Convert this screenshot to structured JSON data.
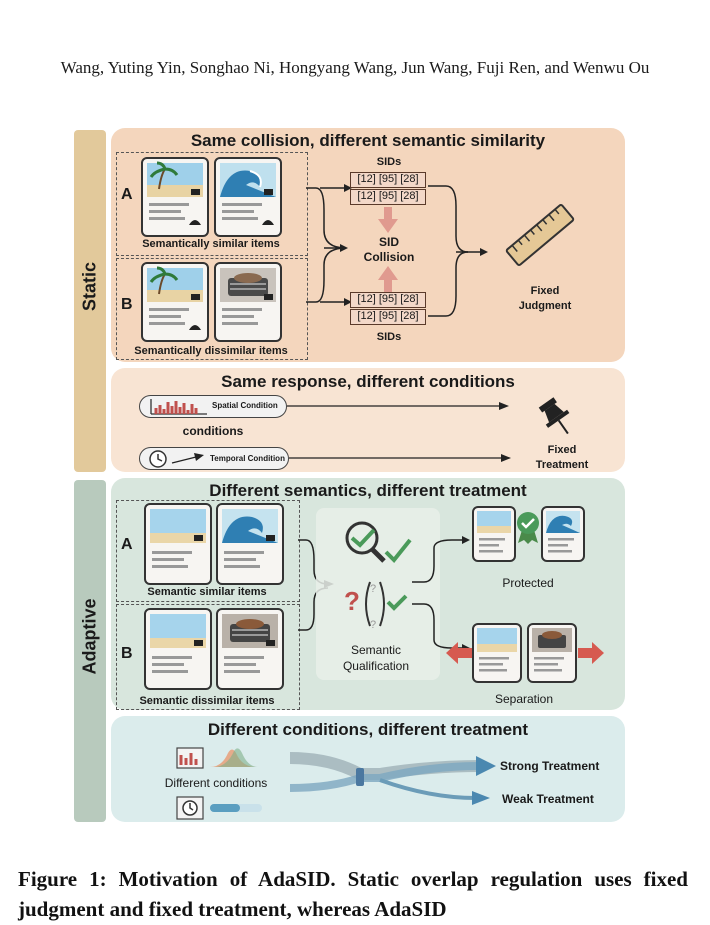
{
  "header": {
    "authors": "Wang, Yuting Yin, Songhao Ni, Hongyang Wang, Jun Wang, Fuji Ren, and Wenwu Ou"
  },
  "sides": {
    "static": "Static",
    "adaptive": "Adaptive"
  },
  "panel1": {
    "title": "Same collision, different semantic similarity",
    "letter_a": "A",
    "letter_b": "B",
    "similar_label": "Semantically similar items",
    "dissimilar_label": "Semantically dissimilar items",
    "sids_top": "SIDs",
    "sids_bottom": "SIDs",
    "sid_rows": [
      "[12] [95] [28]",
      "[12] [95] [28]",
      "[12] [95] [28]",
      "[12] [95] [28]"
    ],
    "collision": "SID\nCollision",
    "judgment": "Fixed\nJudgment"
  },
  "panel2": {
    "title": "Same response, different conditions",
    "spatial": "Spatial Condition",
    "temporal": "Temporal Condition",
    "conditions": "conditions",
    "treatment": "Fixed\nTreatment"
  },
  "panel3": {
    "title": "Different semantics, different treatment",
    "letter_a": "A",
    "letter_b": "B",
    "similar_label": "Semantic similar items",
    "dissimilar_label": "Semantic dissimilar items",
    "qualification": "Semantic\nQualification",
    "protected": "Protected",
    "separation": "Separation"
  },
  "panel4": {
    "title": "Different conditions, different treatment",
    "conditions": "Different conditions",
    "strong": "Strong Treatment",
    "weak": "Weak Treatment"
  },
  "caption": {
    "text": "Figure 1: Motivation of AdaSID. Static overlap regulation uses fixed judgment and fixed treatment, whereas AdaSID"
  },
  "colors": {
    "static_side": "#e2c99b",
    "adaptive_side": "#b8cabd",
    "panel1": "#f4d6bd",
    "panel2": "#f8e4d3",
    "panel3": "#d8e6dd",
    "panel4": "#dbecec",
    "sid_fill": "#f3d8c8",
    "arrow_red": "#d65a50"
  }
}
